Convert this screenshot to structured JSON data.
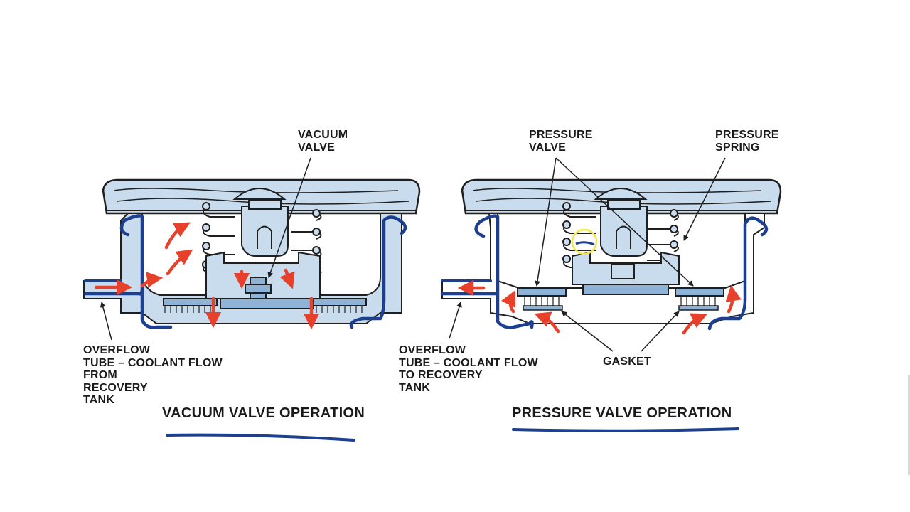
{
  "left_panel": {
    "label_top": [
      "VACUUM",
      "VALVE"
    ],
    "label_bottom": [
      "OVERFLOW",
      "TUBE – COOLANT FLOW",
      "FROM",
      "RECOVERY",
      "TANK"
    ],
    "title": "VACUUM VALVE OPERATION"
  },
  "right_panel": {
    "label_pressure_valve": [
      "PRESSURE",
      "VALVE"
    ],
    "label_pressure_spring": [
      "PRESSURE",
      "SPRING"
    ],
    "label_bottom": [
      "OVERFLOW",
      "TUBE – COOLANT FLOW",
      "TO RECOVERY",
      "TANK"
    ],
    "label_gasket": "GASKET",
    "title": "PRESSURE VALVE OPERATION"
  },
  "colors": {
    "cap_fill": "#c9dcee",
    "outline": "#1f1f1f",
    "ink_blue": "#1d3f8f",
    "flow_arrow": "#e8412b",
    "highlight": "#f2e64a"
  }
}
